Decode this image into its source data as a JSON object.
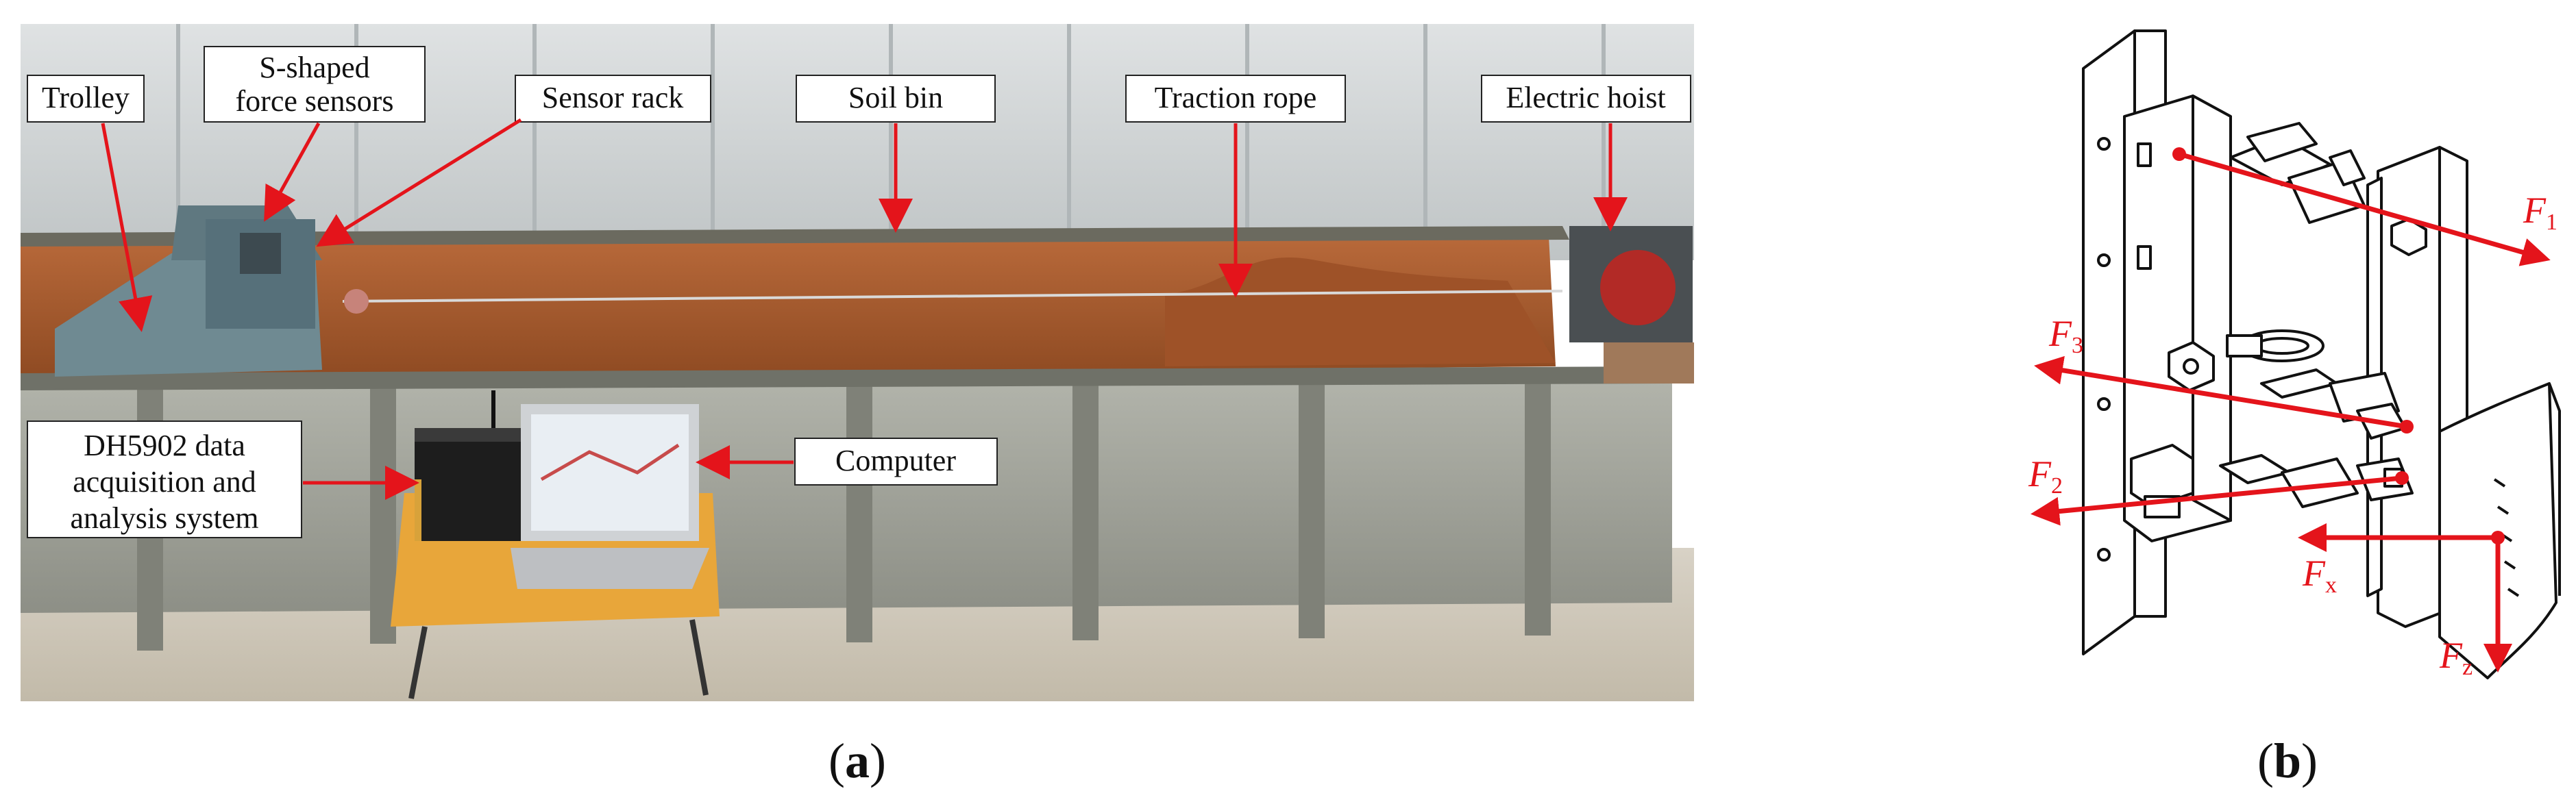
{
  "panel_a": {
    "label_open": "(",
    "label_letter": "a",
    "label_close": ")",
    "callouts": {
      "trolley": "Trolley",
      "s_sensors_line1": "S-shaped",
      "s_sensors_line2": "force sensors",
      "sensor_rack": "Sensor rack",
      "soil_bin": "Soil bin",
      "traction_rope": "Traction rope",
      "electric_hoist": "Electric hoist",
      "daq_line1": "DH5902 data",
      "daq_line2": "acquisition and",
      "daq_line3": "analysis system",
      "computer": "Computer"
    }
  },
  "panel_b": {
    "label_open": "(",
    "label_letter": "b",
    "label_close": ")",
    "forces": {
      "f1": {
        "main": "F",
        "sub": "1"
      },
      "f2": {
        "main": "F",
        "sub": "2"
      },
      "f3": {
        "main": "F",
        "sub": "3"
      },
      "fx": {
        "main": "F",
        "sub": "x"
      },
      "fz": {
        "main": "F",
        "sub": "z"
      }
    }
  },
  "colors": {
    "arrow_red": "#e4141b",
    "soil": "#a55a2c",
    "steel": "#8c9490",
    "wall": "#cfd3d4"
  }
}
